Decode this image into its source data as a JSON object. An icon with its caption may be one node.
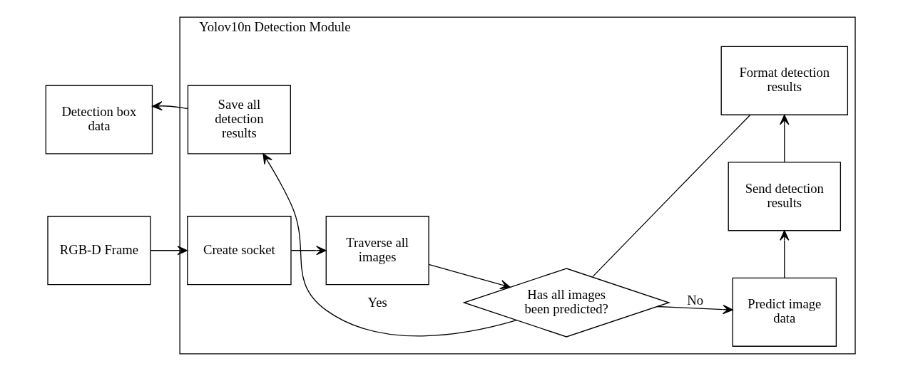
{
  "diagram": {
    "nodes": [
      {
        "text": [
          "Yolov10n Detection Module"
        ]
      },
      {
        "text": [
          "RGB-D Frame"
        ]
      },
      {
        "text": [
          "Create socket"
        ],
        "in": 0
      },
      {
        "text": [
          "Traverse all images"
        ],
        "in": 0
      },
      {
        "text": [
          "Has all images been predicted?"
        ],
        "in": 0
      },
      {
        "text": [
          "Predict image data"
        ],
        "in": 0
      },
      {
        "text": [
          "Send detection results"
        ],
        "in": 0
      },
      {
        "text": [
          "Format detection results"
        ],
        "in": 0
      },
      {
        "text": [
          "Save all detection results"
        ],
        "in": 0
      },
      {
        "text": [
          "Detection box data"
        ]
      }
    ],
    "edges": [
      {
        "from": 1,
        "to": 2,
        "arrow": "to"
      },
      {
        "from": 2,
        "to": 3,
        "arrow": "to"
      },
      {
        "from": 3,
        "to": 4,
        "arrow": "to"
      },
      {
        "from": 4,
        "to": 5,
        "arrow": "to",
        "label": "No"
      },
      {
        "from": 5,
        "to": 6,
        "arrow": "to"
      },
      {
        "from": 6,
        "to": 7,
        "arrow": "to"
      },
      {
        "from": 7,
        "to": 4,
        "arrow": "none"
      },
      {
        "from": 4,
        "to": 8,
        "arrow": "to",
        "label": "Yes"
      },
      {
        "from": 8,
        "to": 9,
        "arrow": "to"
      }
    ]
  }
}
